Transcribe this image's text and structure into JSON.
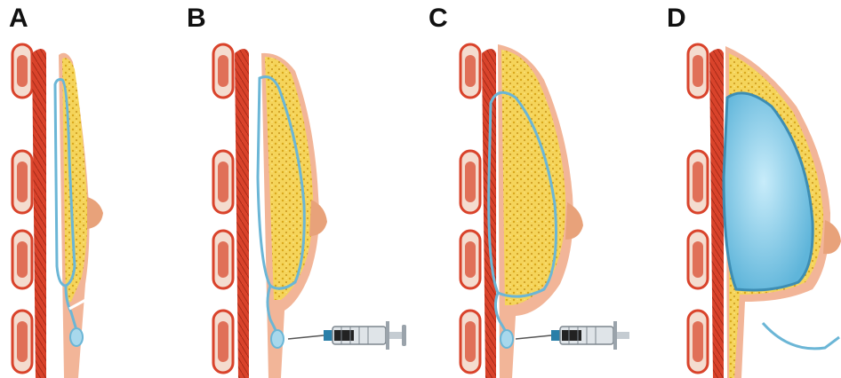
{
  "panels": [
    {
      "label": "A"
    },
    {
      "label": "B"
    },
    {
      "label": "C"
    },
    {
      "label": "D"
    }
  ],
  "colors": {
    "muscle": "#d9432b",
    "rib": "#f3d9cc",
    "fat": "#f1c93a",
    "skin": "#f2b598",
    "expander": "#6bb6d6",
    "fill": "#8fd2ee",
    "nipple": "#e8a27a",
    "syringe": "#9aa3ab"
  },
  "icons": [
    "syringe-icon"
  ]
}
